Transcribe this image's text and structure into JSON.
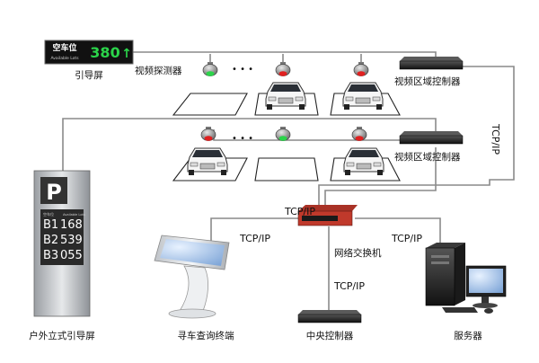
{
  "guide_screen": {
    "title": "空车位",
    "subtitle": "Available Lots",
    "count": "380",
    "arrow": "↑",
    "label": "引导屏"
  },
  "labels": {
    "video_detector": "视频探测器",
    "zone_controller_1": "视频区域控制器",
    "zone_controller_2": "视频区域控制器",
    "network_switch": "网络交换机",
    "outdoor_screen": "户外立式引导屏",
    "kiosk": "寻车查询终端",
    "central_controller": "中央控制器",
    "server": "服务器"
  },
  "protocols": {
    "right_vertical": "TCP/IP",
    "switch_top": "TCP/IP",
    "to_kiosk": "TCP/IP",
    "to_server": "TCP/IP",
    "to_central": "TCP/IP"
  },
  "dots": "• • •",
  "outdoor_sign": {
    "p_letter": "P",
    "header_left": "空车位",
    "header_right": "Available Lots",
    "rows": [
      {
        "floor": "B1",
        "count": "168"
      },
      {
        "floor": "B2",
        "count": "539"
      },
      {
        "floor": "B3",
        "count": "055"
      }
    ]
  },
  "colors": {
    "led_green": "#2bd44a",
    "led_red": "#e02020",
    "switch_red": "#c0392b"
  }
}
